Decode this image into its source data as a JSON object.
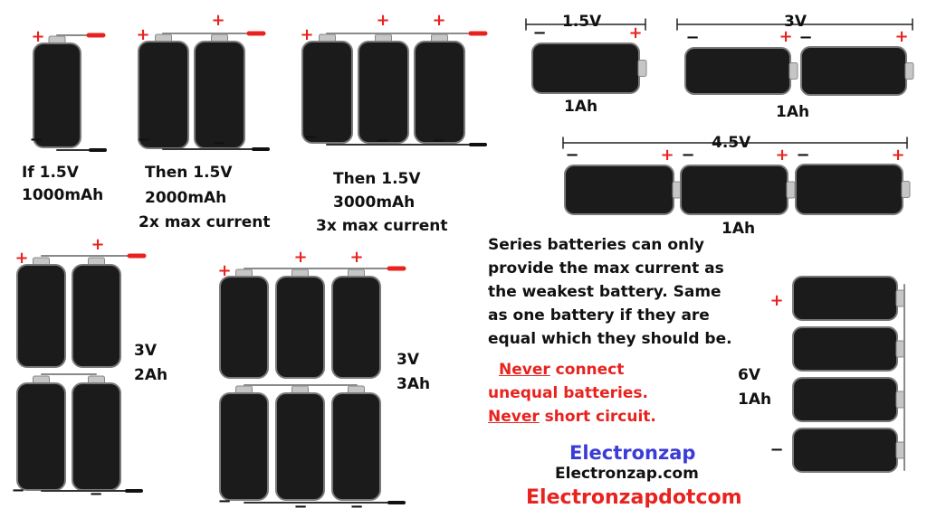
{
  "colors": {
    "cell_body": "#1b1b1b",
    "cell_outline": "#7a7a7a",
    "cap": "#c6c6c6",
    "plus": "#e8231f",
    "wire": "#8a8a8a",
    "red_text": "#e8231f",
    "blue_text": "#3b3bd6"
  },
  "symbols": {
    "plus": "+",
    "minus": "−"
  },
  "parallel": {
    "one": {
      "line1": "If 1.5V",
      "line2": "1000mAh"
    },
    "two": {
      "line1": "Then 1.5V",
      "line2": "2000mAh",
      "line3": "2x max current"
    },
    "three": {
      "line1": "Then 1.5V",
      "line2": "3000mAh",
      "line3": "3x max current"
    }
  },
  "series": {
    "one": {
      "voltage": "1.5V",
      "capacity": "1Ah"
    },
    "two": {
      "voltage": "3V",
      "capacity": "1Ah"
    },
    "three": {
      "voltage": "4.5V",
      "capacity": "1Ah"
    },
    "four": {
      "voltage": "6V",
      "capacity": "1Ah"
    }
  },
  "series_parallel": {
    "two": {
      "voltage": "3V",
      "capacity": "2Ah"
    },
    "three": {
      "voltage": "3V",
      "capacity": "3Ah"
    }
  },
  "note": {
    "lines": [
      "Series batteries can only",
      "provide the max current as",
      "the weakest battery. Same",
      "as one battery if they are",
      "equal which they should be."
    ]
  },
  "warning": {
    "line1_prefix": "Never",
    "line1_rest": " connect",
    "line2": "unequal batteries.",
    "line3_prefix": "Never",
    "line3_rest": " short circuit."
  },
  "branding": {
    "name": "Electronzap",
    "site": "Electronzap.com",
    "handle": "Electronzapdotcom"
  }
}
